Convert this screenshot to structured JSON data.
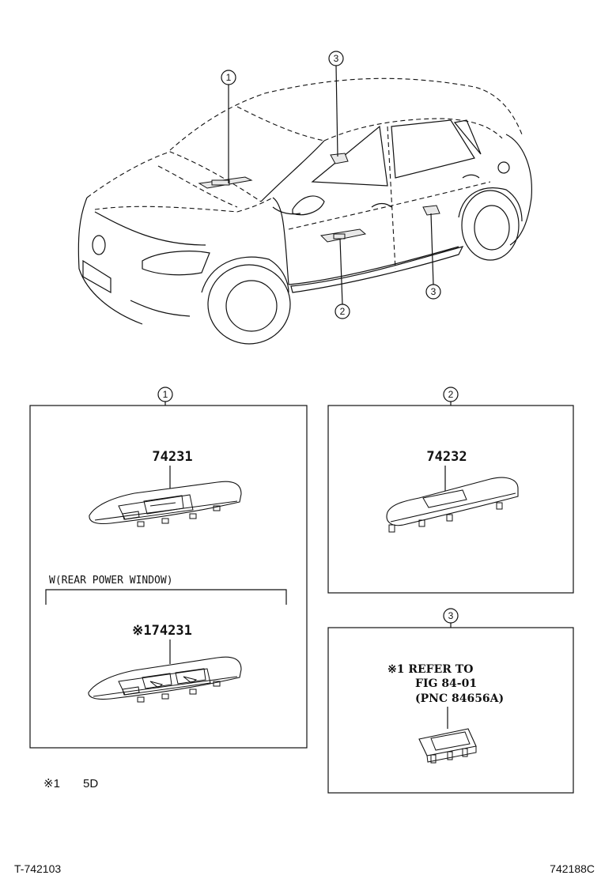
{
  "callouts": {
    "c1": "1",
    "c2": "2",
    "c3": "3"
  },
  "panels": {
    "p1": {
      "part_number": "74231",
      "option_label": "W(REAR POWER WINDOW)",
      "option_part_number": "※174231"
    },
    "p2": {
      "part_number": "74232"
    },
    "p3": {
      "note_line1": "※1 REFER TO",
      "note_line2": "FIG 84-01",
      "note_line3": "(PNC 84656A)"
    }
  },
  "legend": {
    "mark": "※1",
    "value": "5D"
  },
  "footer": {
    "left_code": "T-742103",
    "right_code": "742188C"
  }
}
